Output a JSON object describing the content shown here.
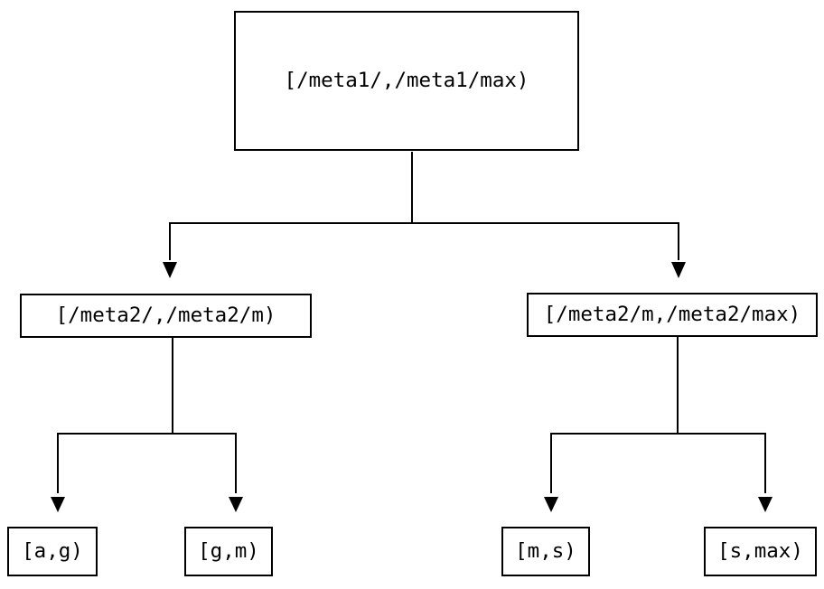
{
  "colors": {
    "background": "#ffffff",
    "line": "#000000",
    "text": "#000000"
  },
  "tree": {
    "root": {
      "label": "[/meta1/,/meta1/max)"
    },
    "children": [
      {
        "label": "[/meta2/,/meta2/m)",
        "children": [
          {
            "label": "[a,g)"
          },
          {
            "label": "[g,m)"
          }
        ]
      },
      {
        "label": "[/meta2/m,/meta2/max)",
        "children": [
          {
            "label": "[m,s)"
          },
          {
            "label": "[s,max)"
          }
        ]
      }
    ]
  }
}
